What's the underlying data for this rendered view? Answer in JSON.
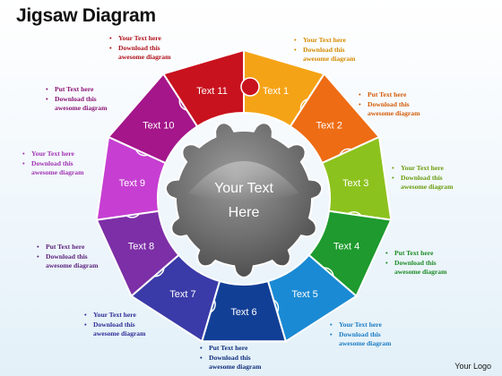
{
  "title": "Jigsaw Diagram",
  "footer": "Your Logo",
  "center": {
    "line1": "Your Text",
    "line2": "Here"
  },
  "pieces": [
    {
      "label": "Text 1",
      "color": "#f5a316"
    },
    {
      "label": "Text 2",
      "color": "#ee6c14"
    },
    {
      "label": "Text 3",
      "color": "#8cc21e"
    },
    {
      "label": "Text 4",
      "color": "#1e9a2e"
    },
    {
      "label": "Text 5",
      "color": "#1a8ad4"
    },
    {
      "label": "Text 6",
      "color": "#123f96"
    },
    {
      "label": "Text 7",
      "color": "#3a3aa8"
    },
    {
      "label": "Text 8",
      "color": "#7c2fa6"
    },
    {
      "label": "Text 9",
      "color": "#c63fd2"
    },
    {
      "label": "Text 10",
      "color": "#a4168a"
    },
    {
      "label": "Text 11",
      "color": "#c8121e"
    }
  ],
  "notes": [
    {
      "id": "note-1",
      "color": "#d58a00",
      "line1": "Your Text  here",
      "line2": "Download this",
      "line3": "awesome diagram"
    },
    {
      "id": "note-2",
      "color": "#d25c08",
      "line1": "Put Text  here",
      "line2": "Download this",
      "line3": "awesome diagram"
    },
    {
      "id": "note-3",
      "color": "#6a9c0e",
      "line1": "Your Text  here",
      "line2": "Download this",
      "line3": "awesome diagram"
    },
    {
      "id": "note-4",
      "color": "#1c8a26",
      "line1": "Put Text  here",
      "line2": "Download this",
      "line3": "awesome diagram"
    },
    {
      "id": "note-5",
      "color": "#1a7cc4",
      "line1": "Your Text  here",
      "line2": "Download this",
      "line3": "awesome diagram"
    },
    {
      "id": "note-6",
      "color": "#0f2f7c",
      "line1": "Put Text  here",
      "line2": "Download this",
      "line3": "awesome diagram"
    },
    {
      "id": "note-7",
      "color": "#2e2e96",
      "line1": "Your Text  here",
      "line2": "Download this",
      "line3": "awesome diagram"
    },
    {
      "id": "note-8",
      "color": "#5e237e",
      "line1": "Put Text  here",
      "line2": "Download this",
      "line3": "awesome diagram"
    },
    {
      "id": "note-9",
      "color": "#a132b2",
      "line1": "Your Text  here",
      "line2": "Download this",
      "line3": "awesome diagram"
    },
    {
      "id": "note-10",
      "color": "#8c1474",
      "line1": "Put Text  here",
      "line2": "Download this",
      "line3": "awesome diagram"
    },
    {
      "id": "note-11",
      "color": "#b0101a",
      "line1": "Your Text  here",
      "line2": "Download this",
      "line3": "awesome diagram"
    }
  ]
}
